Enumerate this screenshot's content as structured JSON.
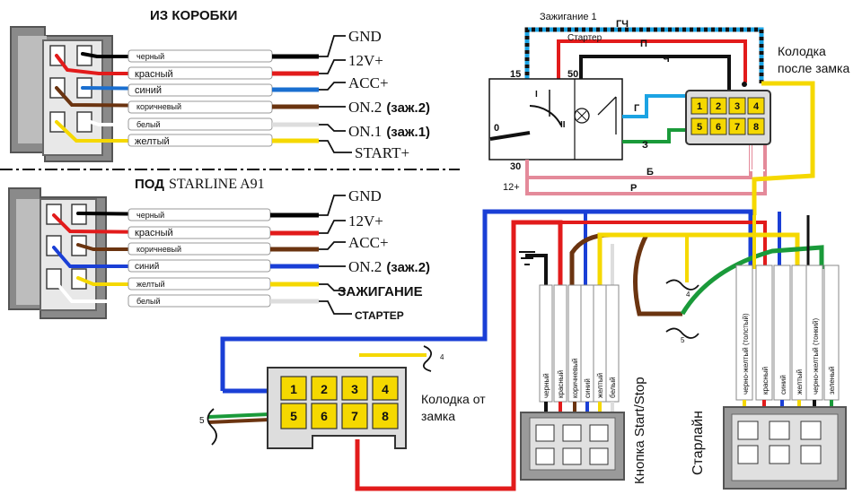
{
  "top_left": {
    "title": "ИЗ КОРОБКИ",
    "wires": [
      {
        "name": "черный",
        "target": "GND",
        "color": "#000000"
      },
      {
        "name": "красный",
        "target": "12V+",
        "color": "#e21b1b"
      },
      {
        "name": "синий",
        "target": "ACC+",
        "color": "#1a6fd0"
      },
      {
        "name": "коричневый",
        "target": "ON.2",
        "suffix": "(заж.2)",
        "color": "#6b3410"
      },
      {
        "name": "белый",
        "target": "ON.1",
        "suffix": "(заж.1)",
        "color": "#ffffff"
      },
      {
        "name": "желтый",
        "target": "START+",
        "color": "#f5d800"
      }
    ]
  },
  "bottom_left": {
    "title_bold": "ПОД",
    "title_serif": "STARLINE A91",
    "wires": [
      {
        "name": "черный",
        "target": "GND",
        "color": "#000000"
      },
      {
        "name": "красный",
        "target": "12V+",
        "color": "#e21b1b"
      },
      {
        "name": "коричневый",
        "target": "ACC+",
        "color": "#6b3410"
      },
      {
        "name": "синий",
        "target": "ON.2",
        "suffix": "(заж.2)",
        "color": "#1a3fd6"
      },
      {
        "name": "желтый",
        "target": "ЗАЖИГАНИЕ",
        "color": "#f5d800"
      },
      {
        "name": "белый",
        "target": "СТАРТЕР",
        "color": "#ffffff"
      }
    ]
  },
  "ignition_switch": {
    "label_zaj1": "Зажигание 1",
    "label_starter": "Стартер",
    "label_12v": "12+",
    "pin_15": "15",
    "pin_50": "50",
    "pin_0": "0",
    "pin_30": "30",
    "pos_I": "I",
    "pos_II": "II",
    "wire_gch": "ГЧ",
    "wire_p": "П",
    "wire_ch": "Ч",
    "wire_g": "Г",
    "wire_z": "З",
    "wire_b": "Б",
    "wire_r": "Р",
    "connector_label_1": "Колодка",
    "connector_label_2": "после замка"
  },
  "connector_pins": [
    "1",
    "2",
    "3",
    "4",
    "5",
    "6",
    "7",
    "8"
  ],
  "lock_connector": {
    "label_1": "Колодка от",
    "label_2": "замка",
    "marker_4": "4",
    "marker_5": "5"
  },
  "splice_markers": {
    "m4": "4",
    "m5": "5"
  },
  "start_stop": {
    "label": "Кнопка Start/Stop",
    "wires": [
      "черный",
      "красный",
      "коричневый",
      "синий",
      "желтый",
      "белый"
    ]
  },
  "starline": {
    "label": "Старлайн",
    "wires": [
      "черно-желтый (толстый)",
      "красный",
      "синий",
      "желтый",
      "черно-желтый (тонкий)",
      "зеленый"
    ]
  }
}
